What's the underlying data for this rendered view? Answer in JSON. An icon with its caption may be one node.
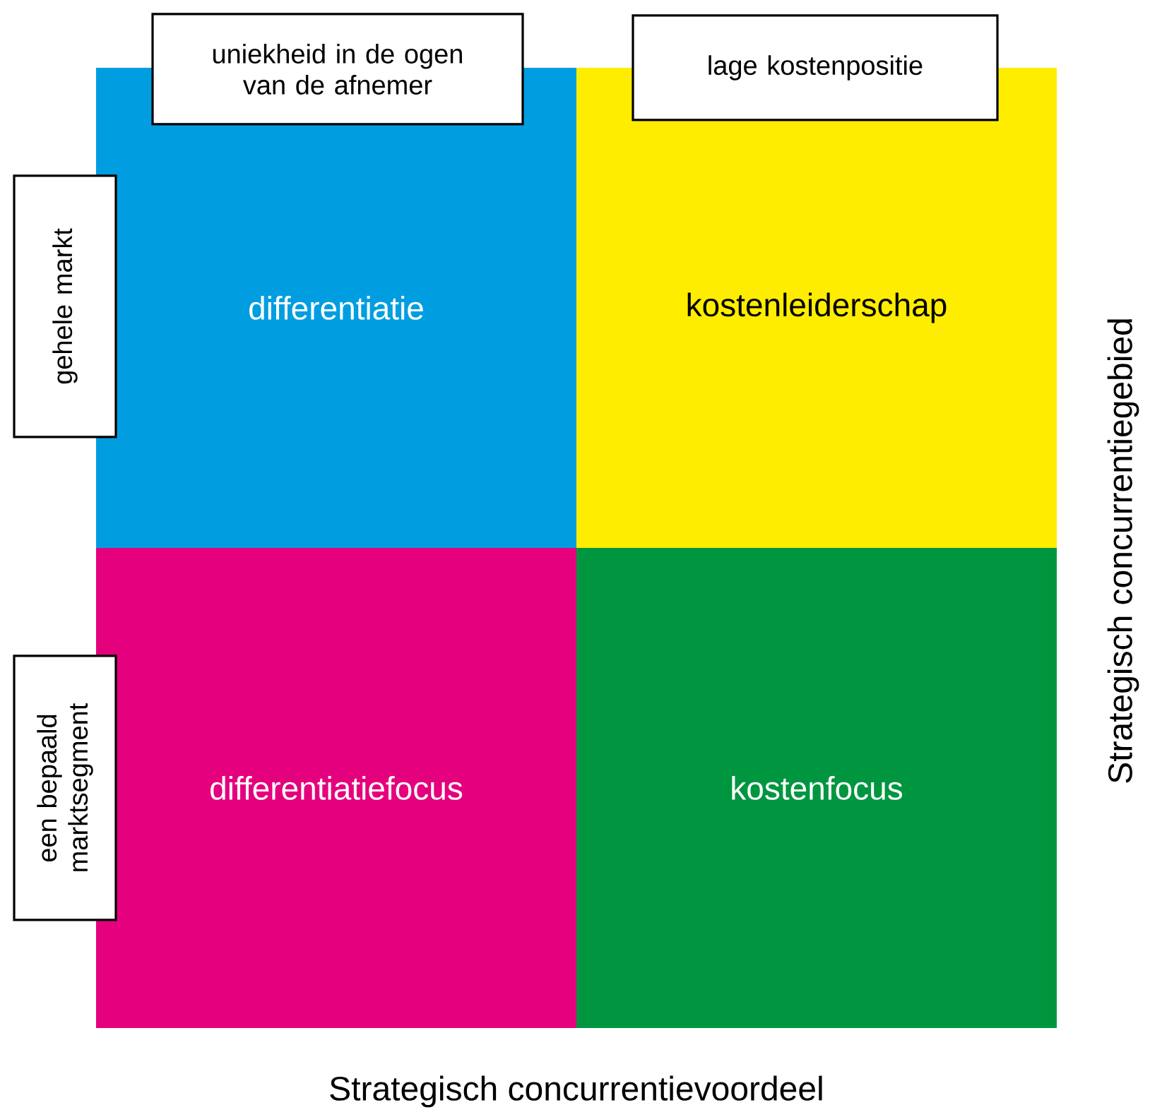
{
  "diagram": {
    "nodes": [
      {
        "text": [
          "uniekheid in de ogen van de afnemer"
        ]
      },
      {
        "text": [
          "lage kostenpositie"
        ]
      },
      {
        "text": [
          "gehele markt"
        ]
      },
      {
        "text": [
          "differentiatie"
        ]
      },
      {
        "text": [
          "kostenleiderschap"
        ]
      },
      {
        "text": [
          "een bepaald marktsegment"
        ]
      },
      {
        "text": [
          "differentiatiefocus"
        ]
      },
      {
        "text": [
          "kostenfocus"
        ]
      }
    ],
    "edges": [],
    "labels": [
      "Strategisch concurrentiegebied",
      "Strategisch concurrentievoordeel"
    ]
  }
}
